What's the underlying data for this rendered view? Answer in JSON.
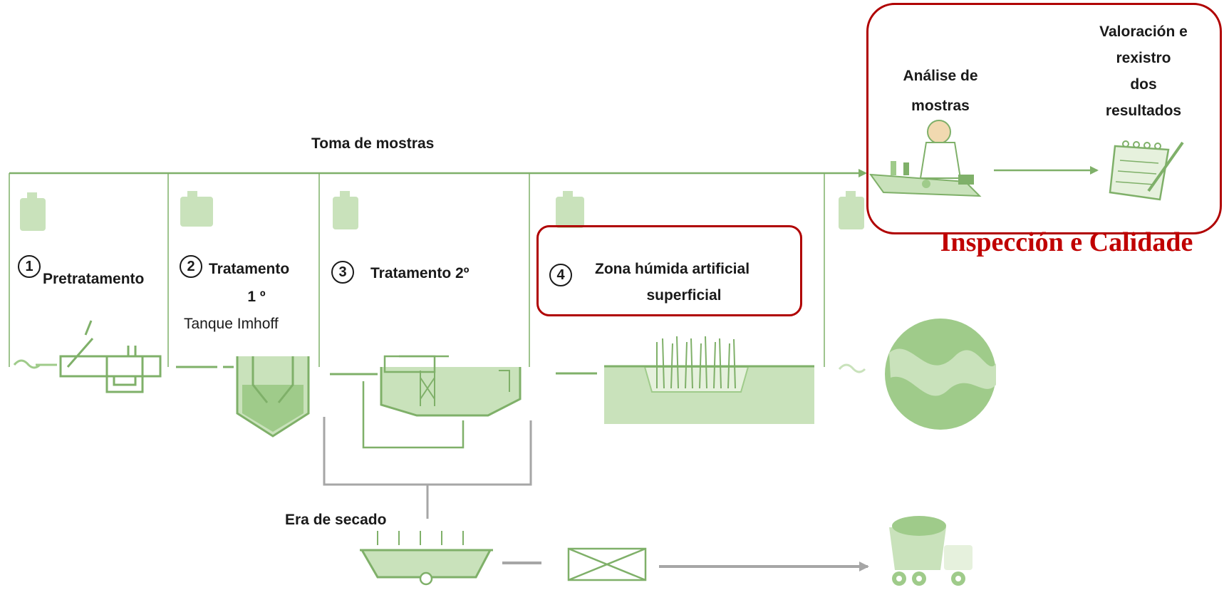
{
  "sampling": {
    "label": "Toma de mostras"
  },
  "stages": [
    {
      "number": "1",
      "label": "Pretratamento"
    },
    {
      "number": "2",
      "label_line1": "Tratamento",
      "label_line2": "1 º",
      "sublabel": "Tanque Imhoff"
    },
    {
      "number": "3",
      "label": "Tratamento 2º"
    },
    {
      "number": "4",
      "label_line1": "Zona húmida artificial",
      "label_line2": "superficial"
    }
  ],
  "sludge": {
    "label": "Era de secado"
  },
  "quality": {
    "title": "Inspección e Calidade",
    "analysis_line1": "Análise de",
    "analysis_line2": "mostras",
    "results_line1": "Valoración e",
    "results_line2": "rexistro",
    "results_line3": "dos",
    "results_line4": "resultados"
  },
  "colors": {
    "green_line": "#7fb069",
    "green_fill": "#9fcb8a",
    "green_light": "#c9e2bb",
    "gray_line": "#a6a6a6",
    "highlight_red": "#b00000",
    "title_red": "#c00000"
  },
  "icons": [
    "sample-jar-icon",
    "screen-channel-icon",
    "imhoff-tank-icon",
    "clarifier-tank-icon",
    "wetland-icon",
    "river-map-icon",
    "drying-bed-icon",
    "container-icon",
    "dump-truck-icon",
    "scientist-icon",
    "notepad-icon",
    "flow-wave-icon"
  ]
}
